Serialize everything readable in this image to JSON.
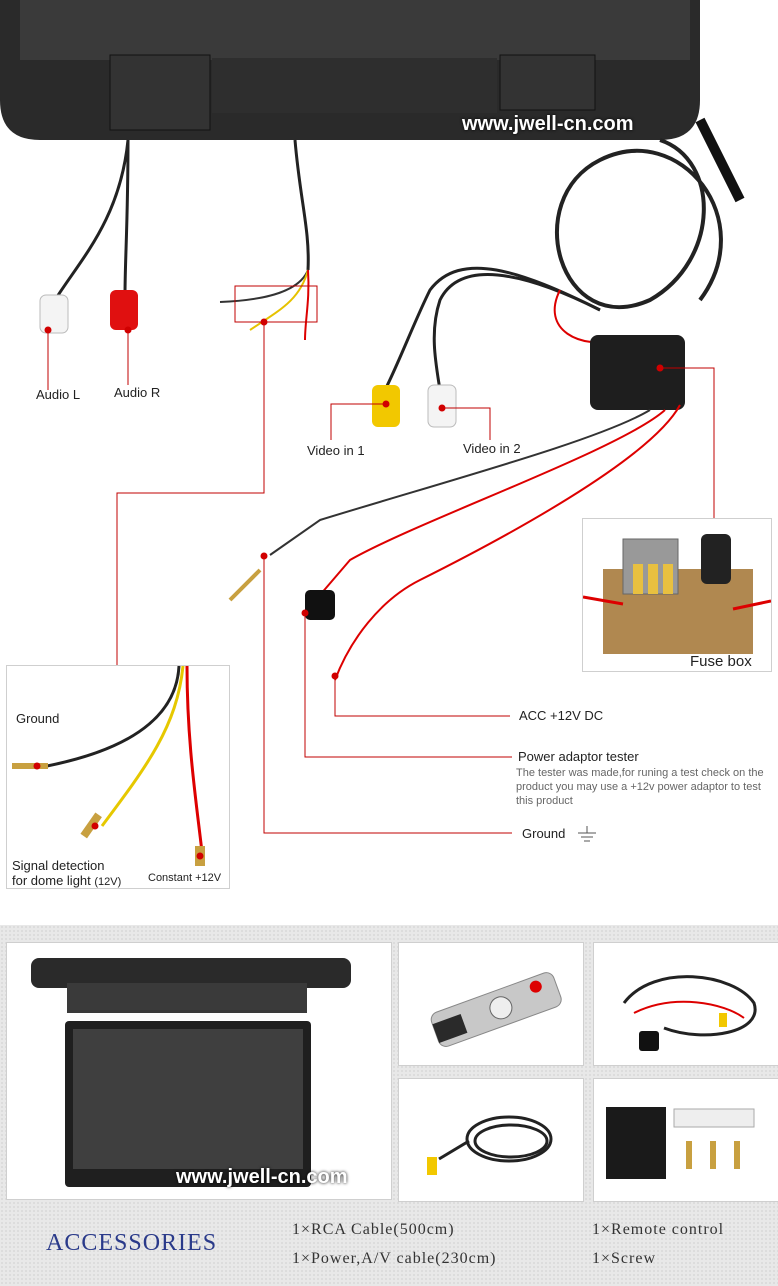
{
  "watermark": "www.jwell-cn.com",
  "labels": {
    "audio_l": "Audio L",
    "audio_r": "Audio R",
    "video_in_1": "Video in 1",
    "video_in_2": "Video in 2",
    "fuse_box": "Fuse box",
    "acc": "ACC +12V DC",
    "power_adaptor_tester": "Power adaptor tester",
    "tester_note": "The tester was made,for runing a test check on the product you may use a +12v power adaptor to test this product",
    "ground": "Ground"
  },
  "inset": {
    "ground": "Ground",
    "signal_detection_line1": "Signal detection",
    "signal_detection_line2": "for dome light",
    "signal_detection_suffix": "(12V)",
    "constant": "Constant +12V"
  },
  "accessories": {
    "title": "ACCESSORIES",
    "items": [
      "1×RCA Cable(500cm)",
      "1×Power,A/V cable(230cm)",
      "1×Remote control",
      "1×Screw"
    ]
  },
  "colors": {
    "accent_red": "#c00000",
    "title_blue": "#2a3a8a"
  }
}
